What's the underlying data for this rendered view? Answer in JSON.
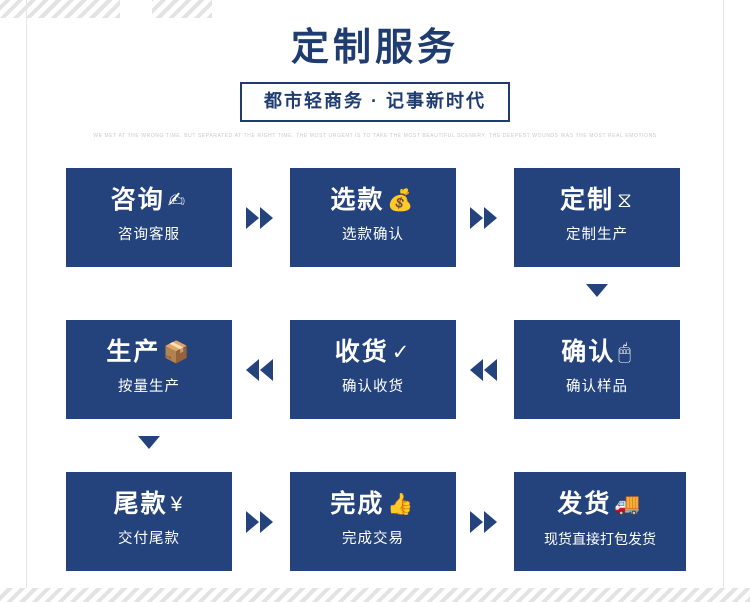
{
  "header": {
    "title": "定制服务",
    "subtitle": "都市轻商务 · 记事新时代",
    "english_line": "WE MET AT THE WRONG TIME, BUT SEPARATED AT THE RIGHT TIME. THE MOST URGENT IS TO TAKE THE MOST BEAUTIFUL SCENERY; THE DEEPEST WOUNDS WAS THE MOST REAL EMOTIONS"
  },
  "colors": {
    "brand": "#24437c",
    "title": "#1f3c70",
    "stripe": "#e3e3e3",
    "eng_text": "#c9c9c9"
  },
  "flow": {
    "rows": [
      {
        "cells": [
          {
            "title": "咨询",
            "glyph": "✍",
            "icon": "note-pencil-icon",
            "sub": "咨询客服"
          },
          {
            "title": "选款",
            "glyph": "💰",
            "icon": "money-bag-icon",
            "sub": "选款确认"
          },
          {
            "title": "定制",
            "glyph": "⧖",
            "icon": "hourglass-icon",
            "sub": "定制生产"
          }
        ]
      },
      {
        "cells": [
          {
            "title": "生产",
            "glyph": "📦",
            "icon": "package-icon",
            "sub": "按量生产"
          },
          {
            "title": "收货",
            "glyph": "✓",
            "icon": "check-circle-icon",
            "sub": "确认收货"
          },
          {
            "title": "确认",
            "glyph": "🖱",
            "icon": "cursor-click-icon",
            "sub": "确认样品"
          }
        ]
      },
      {
        "cells": [
          {
            "title": "尾款",
            "glyph": "¥",
            "icon": "yen-circle-icon",
            "sub": "交付尾款"
          },
          {
            "title": "完成",
            "glyph": "👍",
            "icon": "thumbs-up-icon",
            "sub": "完成交易"
          },
          {
            "title": "发货",
            "glyph": "🚚",
            "icon": "delivery-truck-icon",
            "sub": "现货直接打包发货"
          }
        ]
      }
    ]
  }
}
